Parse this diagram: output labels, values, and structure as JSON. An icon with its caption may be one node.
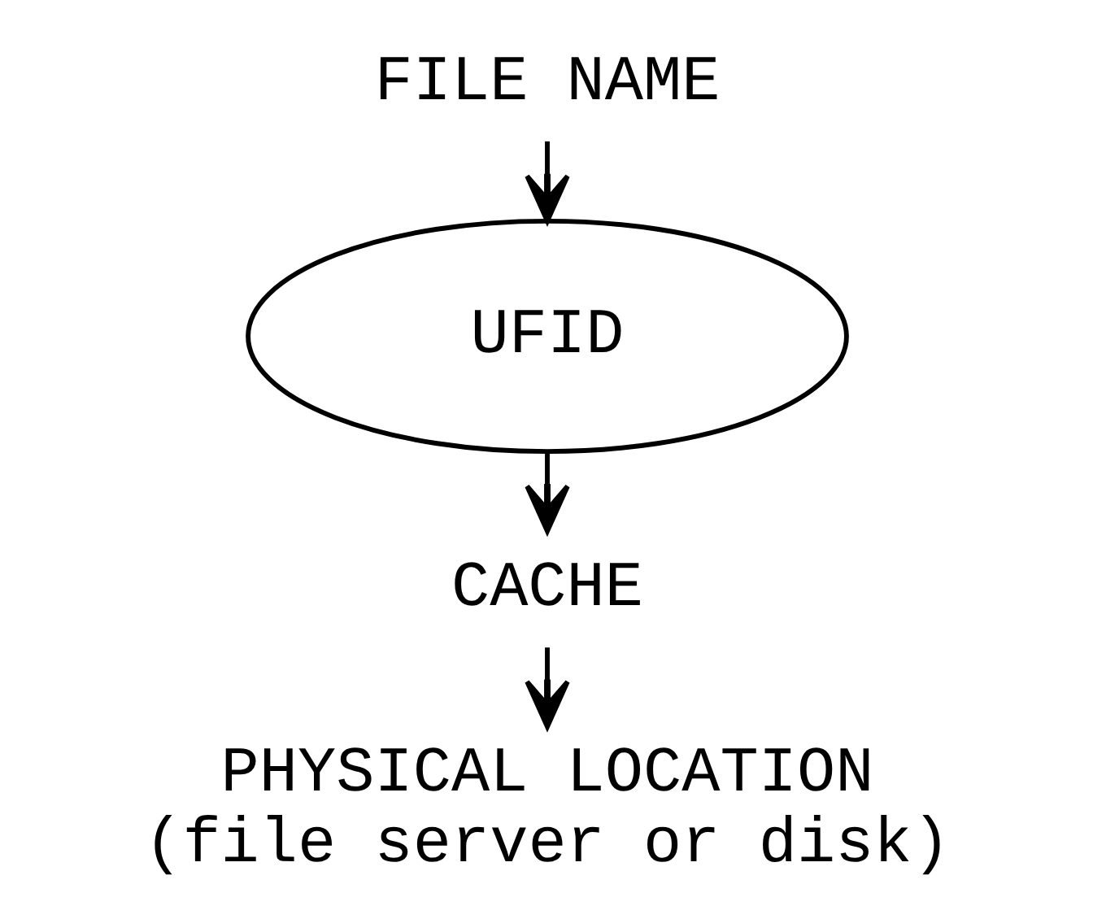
{
  "diagram": {
    "nodes": [
      {
        "text": [
          "FILE NAME"
        ]
      },
      {
        "text": [
          "UFID"
        ]
      },
      {
        "text": [
          "CACHE"
        ]
      },
      {
        "text": [
          "PHYSICAL LOCATION",
          "(file server or disk)"
        ]
      }
    ],
    "edges": [
      {
        "from": 0,
        "to": 1,
        "arrow": "to"
      },
      {
        "from": 1,
        "to": 2,
        "arrow": "to"
      },
      {
        "from": 2,
        "to": 3,
        "arrow": "to"
      }
    ]
  }
}
